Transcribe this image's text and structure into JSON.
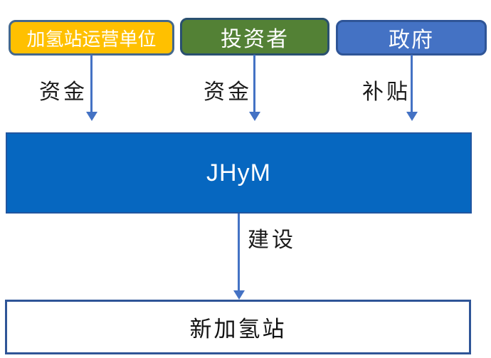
{
  "nodes": {
    "operator": {
      "label": "加氢站运营单位",
      "fill": "#FFC000",
      "border": "#44688C",
      "text_color": "#FFFFFF"
    },
    "investor": {
      "label": "投资者",
      "fill": "#538135",
      "border": "#2A5070",
      "text_color": "#FFFFFF"
    },
    "government": {
      "label": "政府",
      "fill": "#4472C4",
      "border": "#2F5597",
      "text_color": "#FFFFFF"
    },
    "jhym": {
      "label": "JHyM",
      "fill": "#0667C0",
      "text_color": "#FFFFFF"
    },
    "new_station": {
      "label": "新加氢站",
      "fill": "#FFFFFF",
      "border": "#2F5597",
      "text_color": "#111111"
    }
  },
  "edges": {
    "operator_to_jhym": {
      "label": "资金"
    },
    "investor_to_jhym": {
      "label": "资金"
    },
    "government_to_jhym": {
      "label": "补贴"
    },
    "jhym_to_station": {
      "label": "建设"
    }
  },
  "colors": {
    "arrow": "#4472C4",
    "background": "#FFFFFF",
    "edge_label_text": "#1A1A1A"
  }
}
